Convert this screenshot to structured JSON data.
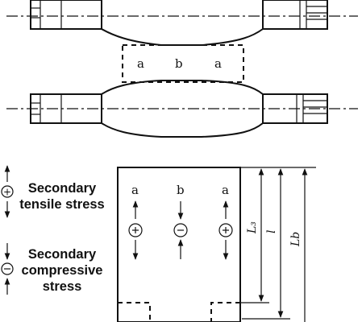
{
  "roll_labels": {
    "a_left": "a",
    "b": "b",
    "a_right": "a"
  },
  "legend": {
    "tensile_line1": "Secondary",
    "tensile_line2": "tensile stress",
    "compressive_line1": "Secondary",
    "compressive_line2": "compressive",
    "compressive_line3": "stress"
  },
  "section_labels": {
    "a_left": "a",
    "b": "b",
    "a_right": "a"
  },
  "dimensions": {
    "l3": "L₃",
    "l": "l",
    "lb": "Lb"
  },
  "signs": {
    "plus": "+",
    "minus": "−"
  }
}
